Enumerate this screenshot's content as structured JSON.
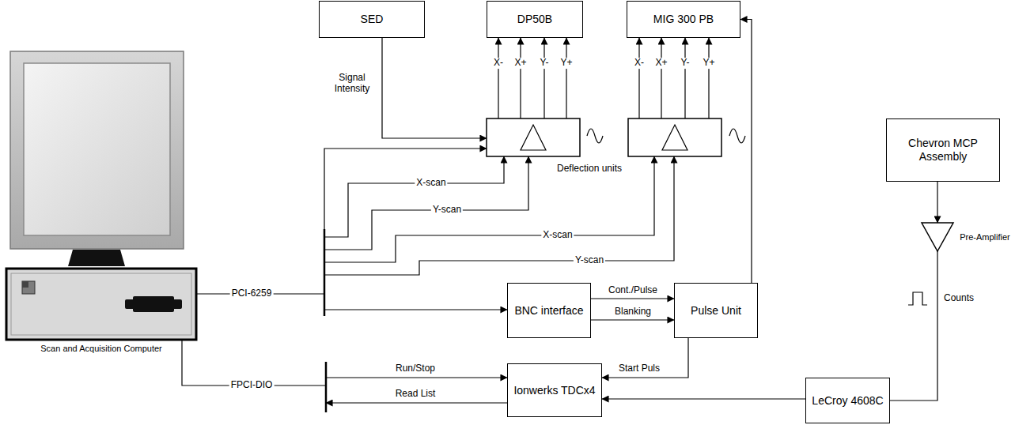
{
  "diagram": {
    "nodes": [
      {
        "text": [
          "SED"
        ]
      },
      {
        "text": [
          "DP50B"
        ]
      },
      {
        "text": [
          "MIG 300 PB"
        ]
      },
      {
        "text": [
          "Chevron MCP Assembly"
        ]
      },
      {
        "text": [
          "BNC interface"
        ]
      },
      {
        "text": [
          "Pulse Unit"
        ]
      },
      {
        "text": [
          "Ionwerks TDCx4"
        ]
      },
      {
        "text": [
          "LeCroy 4608C"
        ]
      }
    ],
    "edges": [
      {
        "from": 5,
        "to": 2,
        "arrow": "to"
      },
      {
        "from": 4,
        "to": 5,
        "label": "Cont./Pulse",
        "arrow": "to"
      },
      {
        "from": 4,
        "to": 5,
        "label": "Blanking",
        "arrow": "to"
      },
      {
        "from": 5,
        "to": 6,
        "label": "Start Puls",
        "arrow": "to"
      },
      {
        "from": 7,
        "to": 6,
        "arrow": "to"
      }
    ],
    "labels": [
      "Signal Intensity",
      "X-",
      "X+",
      "Y-",
      "Y+",
      "X-",
      "X+",
      "Y-",
      "Y+",
      "Deflection units",
      "X-scan",
      "Y-scan",
      "X-scan",
      "Y-scan",
      "PCI-6259",
      "FPCI-DIO",
      "Scan and Acquisition Computer",
      "Pre-Amplifier",
      "Counts",
      "Run/Stop",
      "Read List"
    ]
  }
}
